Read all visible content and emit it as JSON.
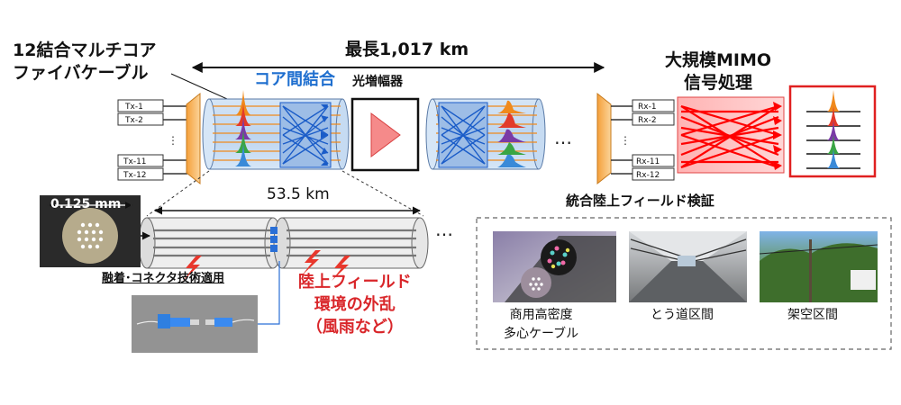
{
  "title": {
    "line1": "12結合マルチコア",
    "line2": "ファイバケーブル"
  },
  "max_distance": "最長1,017 km",
  "core_coupling": "コア間結合",
  "amplifier": "光増幅器",
  "mimo": {
    "line1": "大規模MIMO",
    "line2": "信号処理"
  },
  "tx_ports": [
    "Tx-1",
    "Tx-2",
    "Tx-11",
    "Tx-12"
  ],
  "rx_ports": [
    "Rx-1",
    "Rx-2",
    "Rx-11",
    "Rx-12"
  ],
  "span_length": "53.5 km",
  "fiber_diameter": "0.125 mm",
  "splice_label": "融着･コネクタ技術適用",
  "disturbance": {
    "line1": "陸上フィールド",
    "line2": "環境の外乱",
    "line3": "（風雨など）"
  },
  "field_title": "統合陸上フィールド検証",
  "photos": [
    {
      "line1": "商用高密度",
      "line2": "多心ケーブル"
    },
    {
      "line1": "とう道区間"
    },
    {
      "line1": "架空区間"
    }
  ],
  "ellipsis": "…",
  "colors": {
    "core_blue": "#1f6fcf",
    "coupler_blue": "#1a5cc8",
    "amp_red": "#e84a4a",
    "mimo_red": "#ff0000",
    "disturb_red": "#d9262a",
    "fan_orange": "#f6b156",
    "spectrum": [
      "#f08a1c",
      "#e23a2a",
      "#7a3aa6",
      "#3aa544",
      "#3a8ad8"
    ]
  }
}
